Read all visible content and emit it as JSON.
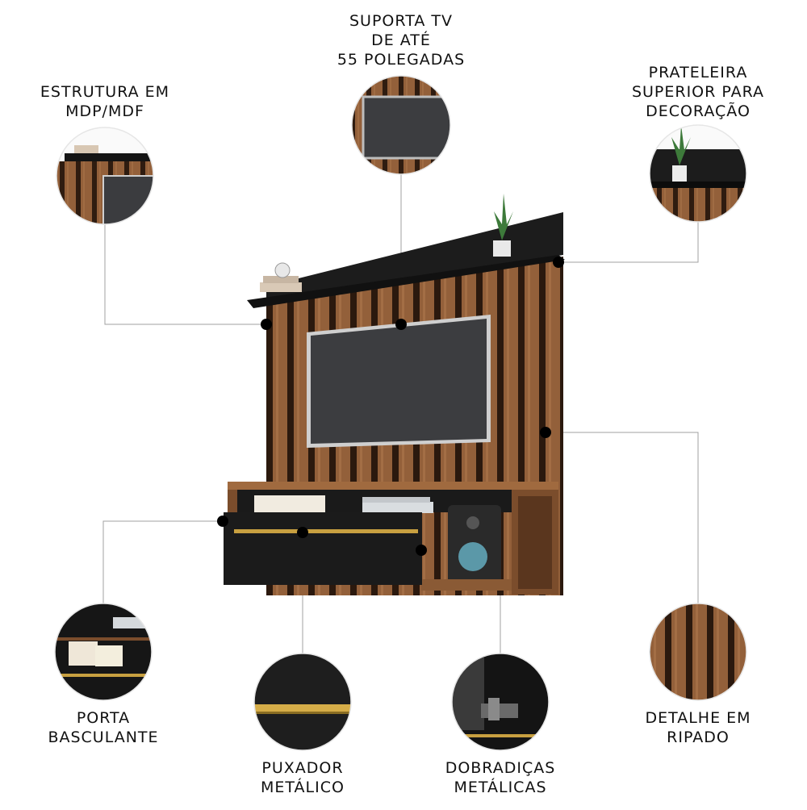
{
  "features": [
    {
      "id": "tv",
      "lines": [
        "SUPORTA TV",
        "DE ATÉ",
        "55 POLEGADAS"
      ]
    },
    {
      "id": "estrutura",
      "lines": [
        "ESTRUTURA EM",
        "MDP/MDF"
      ]
    },
    {
      "id": "prateleira",
      "lines": [
        "PRATELEIRA",
        "SUPERIOR PARA",
        "DECORAÇÃO"
      ]
    },
    {
      "id": "porta",
      "lines": [
        "PORTA",
        "BASCULANTE"
      ]
    },
    {
      "id": "puxador",
      "lines": [
        "PUXADOR",
        "METÁLICO"
      ]
    },
    {
      "id": "dobradicas",
      "lines": [
        "DOBRADIÇAS",
        "METÁLICAS"
      ]
    },
    {
      "id": "ripado",
      "lines": [
        "DETALHE EM",
        "RIPADO"
      ]
    }
  ],
  "colors": {
    "wood": "#8a5a35",
    "wood_dark": "#3b2416",
    "black": "#1b1b1b",
    "gold": "#c8a040",
    "tv": "#3a3b3d",
    "line": "#9a9a9a"
  }
}
